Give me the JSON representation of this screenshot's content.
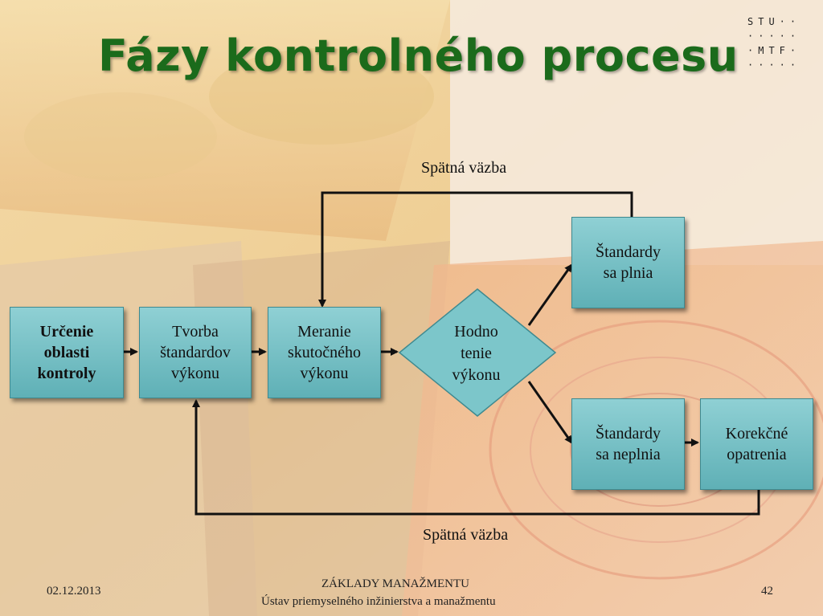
{
  "slide": {
    "title": "Fázy kontrolného procesu",
    "logo_lines": [
      "STU··",
      "·····",
      "·MTF·",
      "·····"
    ],
    "colors": {
      "title": "#1b6b1b",
      "box_fill": "#6fc0c5",
      "box_border": "#3f8a90",
      "arrow": "#111111"
    }
  },
  "diagram": {
    "nodes": {
      "urcenie": "Určenie\noblasti\nkontroly",
      "tvorba": "Tvorba\nštandardov\nvýkonu",
      "meranie": "Meranie\nskutočného\nvýkonu",
      "hodnotenie": "Hodno\ntenie\nvýkonu",
      "std_plnia": "Štandardy\nsa plnia",
      "std_neplnia": "Štandardy\nsa neplnia",
      "korekcne": "Korekčné\nopatrenia"
    },
    "feedback_top": "Spätná väzba",
    "feedback_bottom": "Spätná väzba"
  },
  "footer": {
    "date": "02.12.2013",
    "course": "ZÁKLADY MANAŽMENTU",
    "institute": "Ústav priemyselného inžinierstva a manažmentu",
    "page": "42"
  }
}
